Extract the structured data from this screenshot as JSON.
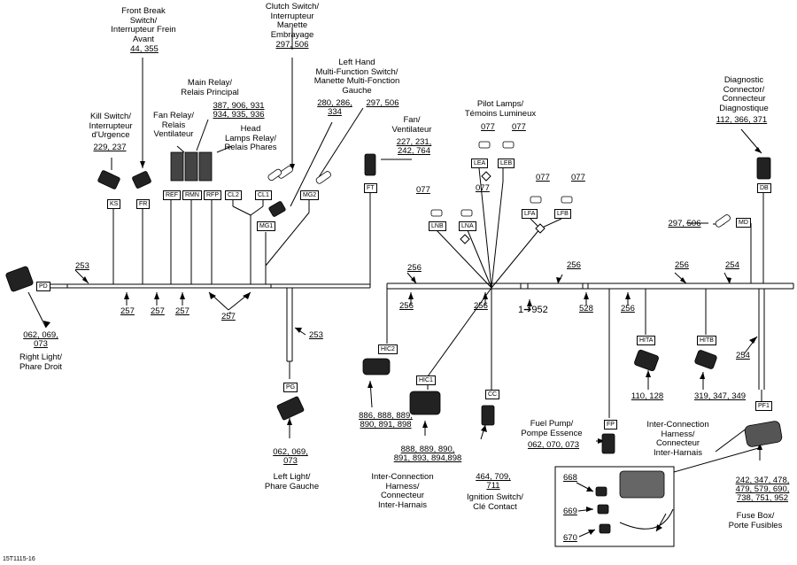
{
  "labels": {
    "front_break": "Front Break\nSwitch/\nInterrupteur Frein\nAvant",
    "clutch": "Clutch Switch/\nInterrupteur\nManette\nEmbrayage",
    "main_relay": "Main Relay/\nRelais Principal",
    "fan_relay": "Fan Relay/\nRelais\nVentilateur",
    "head_lamps": "Head\nLamps Relay/\nRelais Phares",
    "kill_switch": "Kill Switch/\nInterrupteur\nd'Urgence",
    "left_hand": "Left Hand\nMulti-Function Switch/\nManette Multi-Fonction\nGauche",
    "fan": "Fan/\nVentilateur",
    "pilot_lamps": "Pilot Lamps/\nTémoins Lumineux",
    "diagnostic": "Diagnostic\nConnector/\nConnecteur\nDiagnostique",
    "right_light": "Right Light/\nPhare Droit",
    "left_light": "Left Light/\nPhare Gauche",
    "inter_conn_1": "Inter-Connection\nHarness/\nConnecteur\nInter-Harnais",
    "ignition": "Ignition Switch/\nClé Contact",
    "fuel_pump": "Fuel Pump/\nPompe Essence",
    "inter_conn_2": "Inter-Connection\nHarness/\nConnecteur\nInter-Harnais",
    "fuse_box": "Fuse Box/\nPorte Fusibles"
  },
  "refs": {
    "front_break": "44, 355",
    "clutch": "297, 506",
    "main_relay_1": "387, 906, 931",
    "main_relay_2": "934, 935, 936",
    "kill_switch": "229, 237",
    "left_hand_1": "280, 286,",
    "left_hand_2": "334",
    "left_hand_3": "297, 506",
    "fan_1": "227, 231,",
    "fan_2": "242, 764",
    "diagnostic": "112, 366, 371",
    "md": "297, 506",
    "right_light_1": "062, 069,",
    "right_light_2": "073",
    "left_light_1": "062, 069,",
    "left_light_2": "073",
    "hic2_1": "886, 888, 889,",
    "hic2_2": "890, 891, 898",
    "hic1_1": "888, 889, 890,",
    "hic1_2": "891, 893, 894,898",
    "ign_1": "464, 709,",
    "ign_2": "711",
    "fuel_pump": "062, 070, 073",
    "hita": "110, 128",
    "hitb": "319, 347, 349",
    "fuse_1": "242, 347, 478,",
    "fuse_2": "479, 579, 690,",
    "fuse_3": "738, 751, 952"
  },
  "tags": {
    "ks": "KS",
    "fr": "FR",
    "ref": "REF",
    "rmn": "RMN",
    "rfp": "RFP",
    "cl2": "CL2",
    "cl1": "CL1",
    "mg1": "MG1",
    "mg2": "MG2",
    "ft": "FT",
    "lea": "LEA",
    "leb": "LEB",
    "lfa": "LFA",
    "lfb": "LFB",
    "lnb": "LNB",
    "lna": "LNA",
    "db": "DB",
    "md": "MD",
    "pd": "PD",
    "pg": "PG",
    "hic2": "HIC2",
    "hic1": "HIC1",
    "cc": "CC",
    "fp": "FP",
    "hita": "HITA",
    "hitb": "HITB",
    "pf1": "PF1"
  },
  "harness_numbers": {
    "n253a": "253",
    "n253b": "253",
    "n256a": "256",
    "n256b": "256",
    "n256c": "256",
    "n256d": "256",
    "n256e": "256",
    "n256f": "256",
    "n254a": "254",
    "n254b": "254",
    "n257a": "257",
    "n257b": "257",
    "n257c": "257",
    "n257d": "257",
    "n528": "528",
    "n077a": "077",
    "n077b": "077",
    "n077c": "077",
    "n077d": "077",
    "n077e": "077",
    "n668": "668",
    "n669": "669",
    "n670": "670"
  },
  "arrow_ref": "1➔952",
  "figure_code": "15T1115-16"
}
